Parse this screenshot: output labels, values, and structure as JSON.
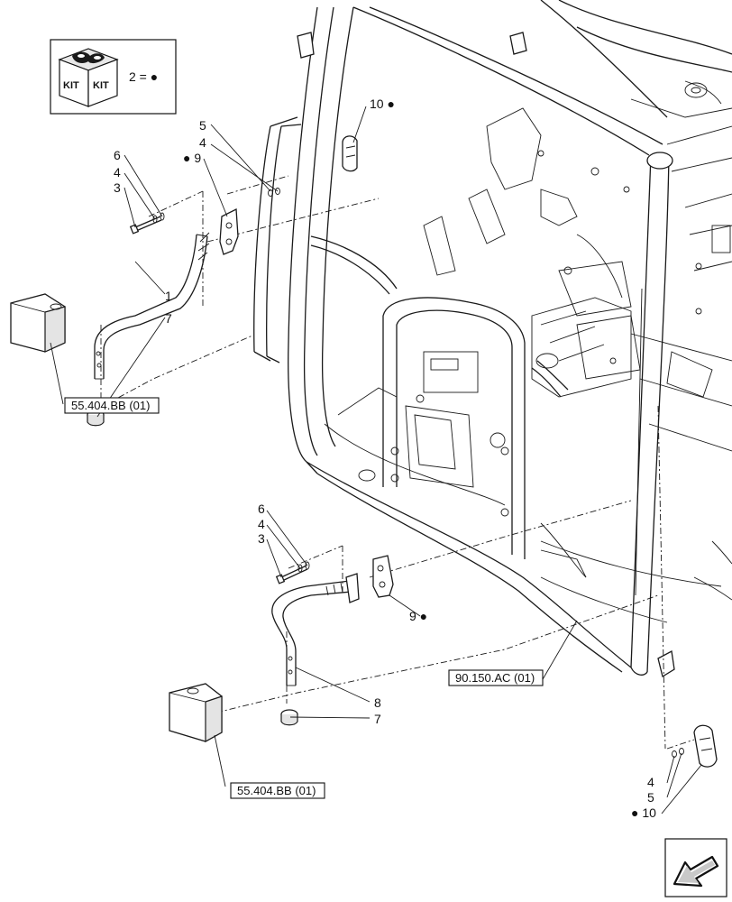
{
  "kit_legend": {
    "icon_text_left": "KIT",
    "icon_text_right": "KIT",
    "equation": "2 = ●"
  },
  "callouts": {
    "c10_top": "10 ●",
    "c5_top": "5",
    "c4_top": "4",
    "c9_top": "● 9",
    "c6_upper": "6",
    "c4_upper": "4",
    "c3_upper": "3",
    "c1": "1",
    "c7_upper": "7",
    "c6_lower": "6",
    "c4_lower": "4",
    "c3_lower": "3",
    "c9_lower": "9 ●",
    "c8": "8",
    "c7_lower": "7",
    "c4_bottom": "4",
    "c5_bottom": "5",
    "c10_bottom": "● 10"
  },
  "references": {
    "ref_upper": "55.404.BB (01)",
    "ref_cab": "90.150.AC (01)",
    "ref_lower": "55.404.BB (01)"
  },
  "icons": [
    "kit-box-icon",
    "navigation-arrow-icon"
  ]
}
